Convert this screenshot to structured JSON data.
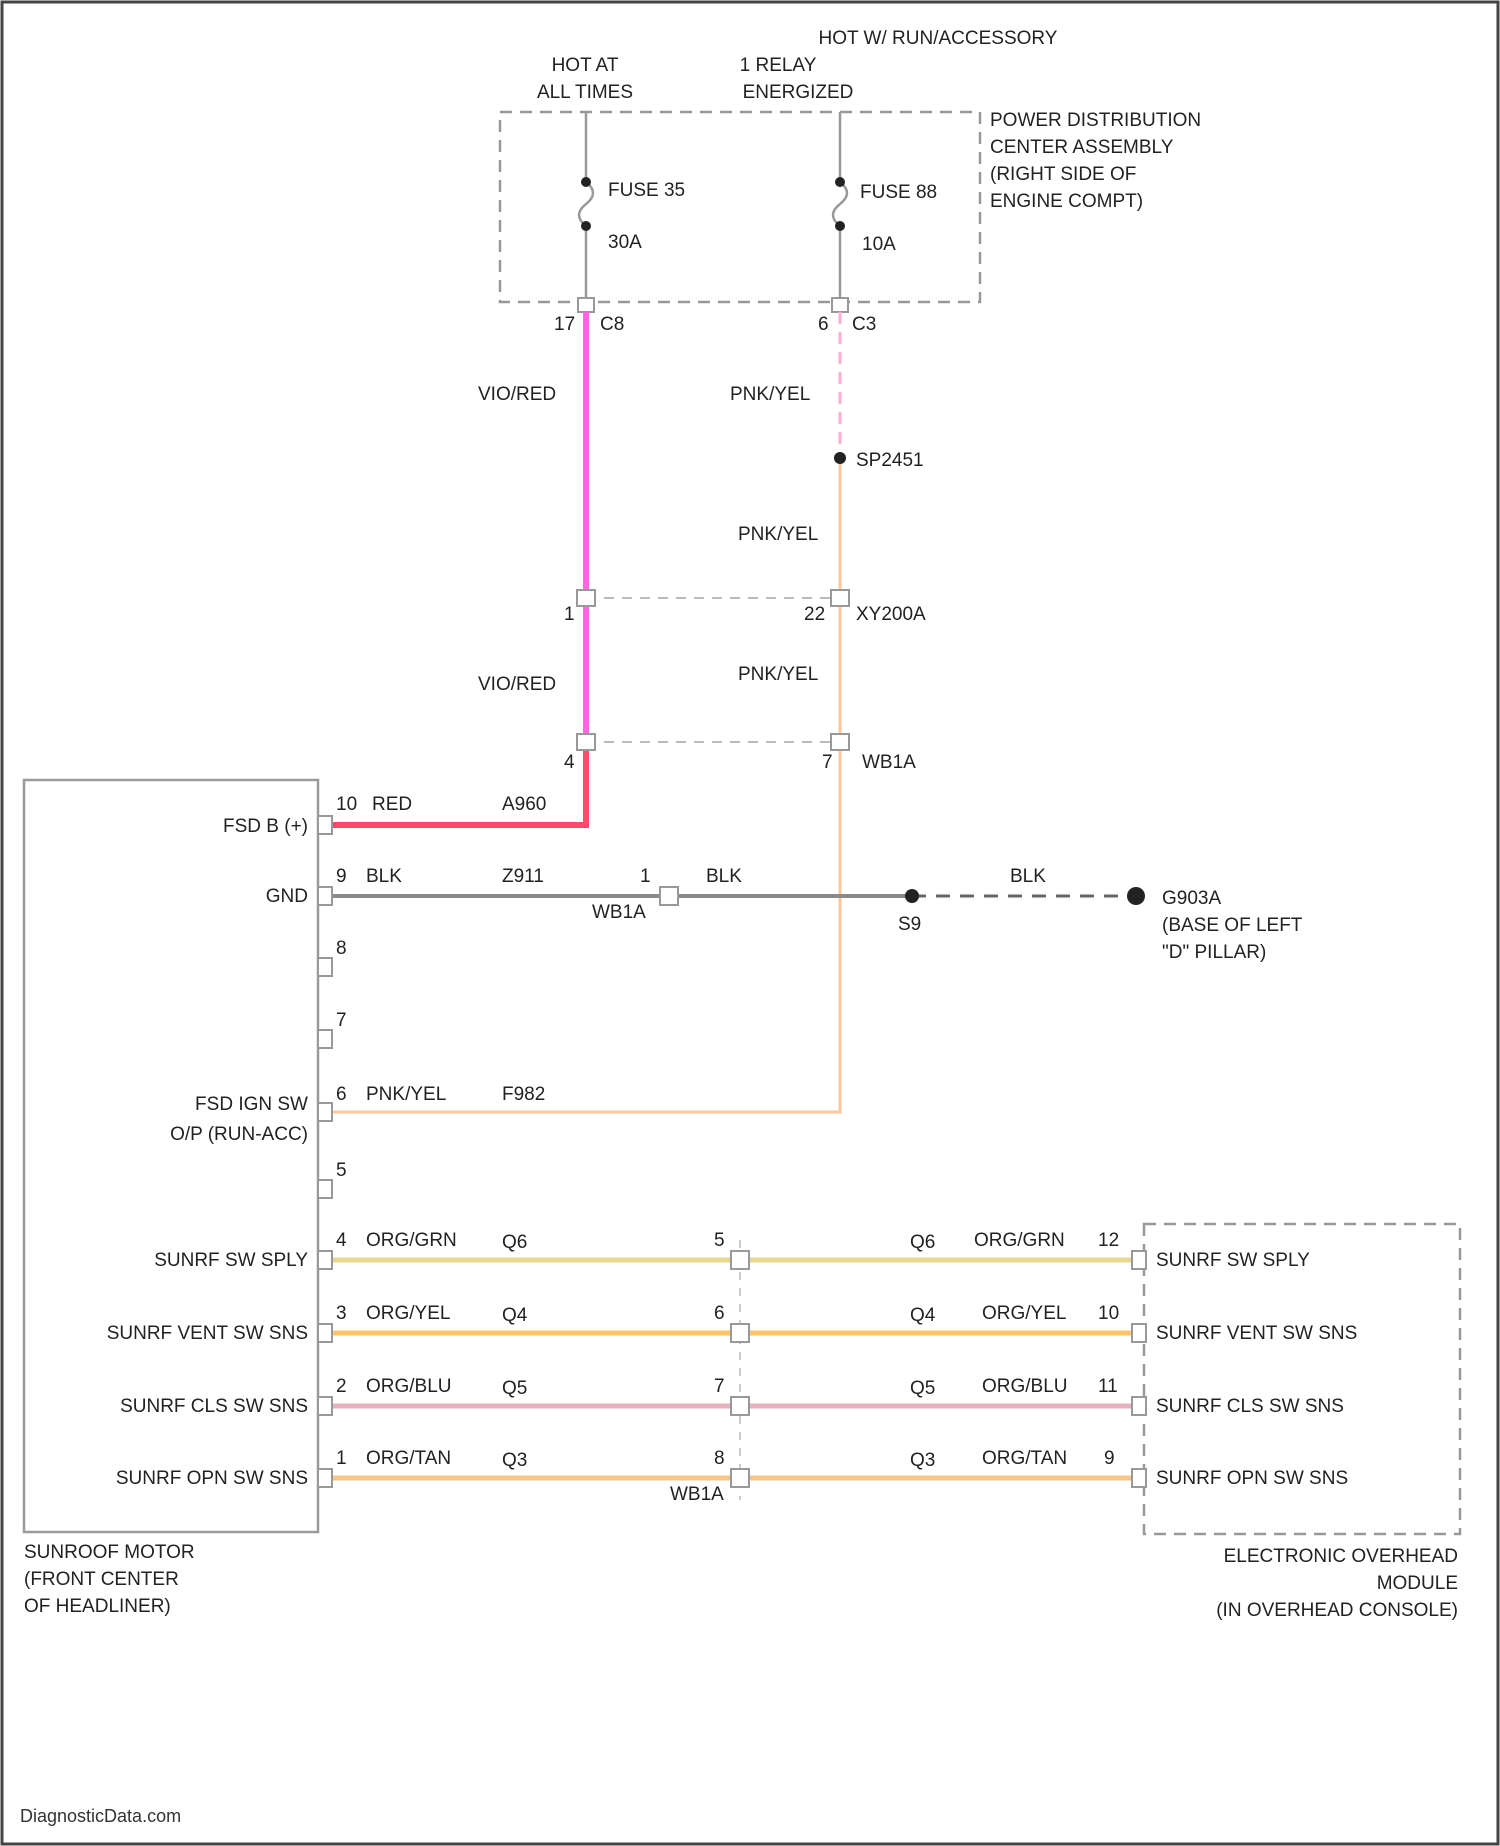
{
  "header": {
    "hot_run_acc": "HOT W/ RUN/ACCESSORY",
    "hot_at_all_times": [
      "HOT AT",
      "ALL TIMES"
    ],
    "relay_energized": [
      "1 RELAY",
      "ENERGIZED"
    ]
  },
  "pdc": {
    "name": [
      "POWER DISTRIBUTION",
      "CENTER ASSEMBLY",
      "(RIGHT SIDE OF",
      "ENGINE COMPT)"
    ],
    "fuse_left": {
      "name": "FUSE 35",
      "rating": "30A",
      "pin": "17",
      "connector": "C8"
    },
    "fuse_right": {
      "name": "FUSE 88",
      "rating": "10A",
      "pin": "6",
      "connector": "C3"
    }
  },
  "wires": {
    "vio_red": "VIO/RED",
    "pnk_yel": "PNK/YEL",
    "blk": "BLK",
    "red": "RED",
    "org_grn": "ORG/GRN",
    "org_yel": "ORG/YEL",
    "org_blu": "ORG/BLU",
    "org_tan": "ORG/TAN"
  },
  "splice": "SP2451",
  "conn_upper": {
    "pin_left": "1",
    "pin_right": "22",
    "name": "XY200A"
  },
  "conn_lower": {
    "pin_left": "4",
    "pin_right": "7",
    "name": "WB1A"
  },
  "ground": {
    "circuit": "Z911",
    "inline_pin": "1",
    "inline_conn": "WB1A",
    "splice": "S9",
    "name": [
      "G903A",
      "(BASE OF LEFT",
      "\"D\" PILLAR)"
    ]
  },
  "sunroof_motor": {
    "name": [
      "SUNROOF MOTOR",
      "(FRONT CENTER",
      "OF HEADLINER)"
    ],
    "pins": [
      {
        "pin": "10",
        "label": "FSD B (+)",
        "color": "RED",
        "circuit": "A960"
      },
      {
        "pin": "9",
        "label": "GND",
        "color": "BLK",
        "circuit": "Z911"
      },
      {
        "pin": "8",
        "label": ""
      },
      {
        "pin": "7",
        "label": ""
      },
      {
        "pin": "6",
        "label": [
          "FSD IGN SW",
          "O/P (RUN-ACC)"
        ],
        "color": "PNK/YEL",
        "circuit": "F982"
      },
      {
        "pin": "5",
        "label": ""
      },
      {
        "pin": "4",
        "label": "SUNRF SW SPLY",
        "color": "ORG/GRN",
        "circuit": "Q6"
      },
      {
        "pin": "3",
        "label": "SUNRF VENT SW SNS",
        "color": "ORG/YEL",
        "circuit": "Q4"
      },
      {
        "pin": "2",
        "label": "SUNRF CLS SW SNS",
        "color": "ORG/BLU",
        "circuit": "Q5"
      },
      {
        "pin": "1",
        "label": "SUNRF OPN SW SNS",
        "color": "ORG/TAN",
        "circuit": "Q3"
      }
    ]
  },
  "inline_wb1a": {
    "name": "WB1A",
    "pins": [
      "5",
      "6",
      "7",
      "8"
    ]
  },
  "overhead_module": {
    "name": [
      "ELECTRONIC OVERHEAD",
      "MODULE",
      "(IN OVERHEAD CONSOLE)"
    ],
    "pins": [
      {
        "pin": "12",
        "label": "SUNRF SW SPLY",
        "color": "ORG/GRN",
        "circuit": "Q6"
      },
      {
        "pin": "10",
        "label": "SUNRF VENT SW SNS",
        "color": "ORG/YEL",
        "circuit": "Q4"
      },
      {
        "pin": "11",
        "label": "SUNRF CLS SW SNS",
        "color": "ORG/BLU",
        "circuit": "Q5"
      },
      {
        "pin": "9",
        "label": "SUNRF OPN SW SNS",
        "color": "ORG/TAN",
        "circuit": "Q3"
      }
    ]
  },
  "watermark": "DiagnosticData.com",
  "colors": {
    "vio_red": "#ff66e6",
    "red": "#ff4a6e",
    "pnk_yel": "#ffc79a",
    "blk": "#8a8a8a",
    "org_grn": "#e7d890",
    "org_yel": "#ffc469",
    "org_blu": "#e4b2bf",
    "org_tan": "#f8c488",
    "outline": "#9a9a9a"
  }
}
